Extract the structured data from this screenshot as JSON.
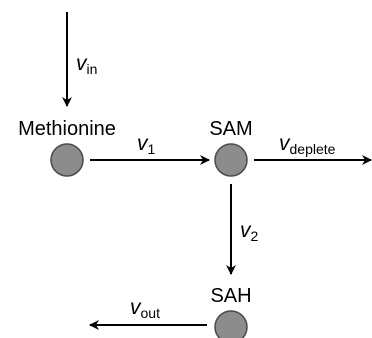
{
  "diagram": {
    "nodes": {
      "methionine": {
        "label": "Methionine"
      },
      "sam": {
        "label": "SAM"
      },
      "sah": {
        "label": "SAH"
      }
    },
    "fluxes": {
      "v_in": {
        "symbol": "v",
        "subscript": "in"
      },
      "v_1": {
        "symbol": "v",
        "subscript": "1"
      },
      "v_deplete": {
        "symbol": "v",
        "subscript": "deplete"
      },
      "v_2": {
        "symbol": "v",
        "subscript": "2"
      },
      "v_out": {
        "symbol": "v",
        "subscript": "out"
      }
    },
    "colors": {
      "node_fill": "#8c8c8c",
      "node_stroke": "#4a4a4a",
      "edge": "#000000"
    }
  }
}
